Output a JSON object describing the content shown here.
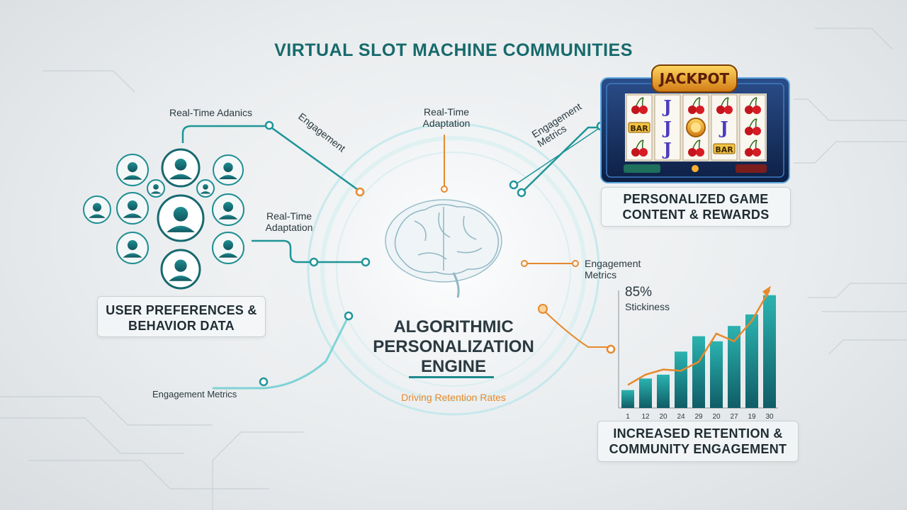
{
  "title": "VIRTUAL SLOT MACHINE COMMUNITIES",
  "labels": {
    "rt_adanics": "Real-Time Adanics",
    "engagement_diag": "Engagement",
    "rt_adaptation_top": "Real-Time Adaptation",
    "engagement_metrics_diag": "Engagement Metrics",
    "rt_adaptation_left": "Real-Time Adaptation",
    "engagement_metrics_right": "Engagement Metrics",
    "engagement_metrics_bottom": "Engagement Metrics"
  },
  "user_box": "USER PREFERENCES & BEHAVIOR DATA",
  "engine": {
    "title": "ALGORITHMIC PERSONALIZATION ENGINE",
    "subtitle": "Driving Retention Rates"
  },
  "game_box": "PERSONALIZED GAME CONTENT & REWARDS",
  "slot": {
    "jackpot": "JACKPOT",
    "bar": "BAR",
    "reels": [
      [
        "cherry",
        "bar",
        "cherry"
      ],
      [
        "j",
        "j",
        "j"
      ],
      [
        "cherry",
        "coin",
        "cherry"
      ],
      [
        "cherry",
        "j",
        "bar"
      ],
      [
        "cherry",
        "cherry",
        "cherry"
      ]
    ]
  },
  "retention_box": "INCREASED RETENTION & COMMUNITY ENGAGEMENT",
  "chart_data": {
    "type": "bar",
    "annotation_value": "85%",
    "annotation_label": "Stickiness",
    "categories": [
      "1",
      "12",
      "20",
      "24",
      "29",
      "20",
      "27",
      "19",
      "30"
    ],
    "values": [
      14,
      23,
      26,
      44,
      56,
      52,
      64,
      73,
      88
    ],
    "trend": [
      18,
      26,
      30,
      29,
      36,
      58,
      52,
      68,
      92
    ],
    "ylim": [
      0,
      100
    ],
    "colors": {
      "bar_top": "#2bb3b0",
      "bar_bottom": "#0f5c66",
      "trend": "#e7892c"
    }
  },
  "colors": {
    "teal": "#1d8a8d",
    "orange": "#e7892c",
    "text": "#2a3a40"
  }
}
